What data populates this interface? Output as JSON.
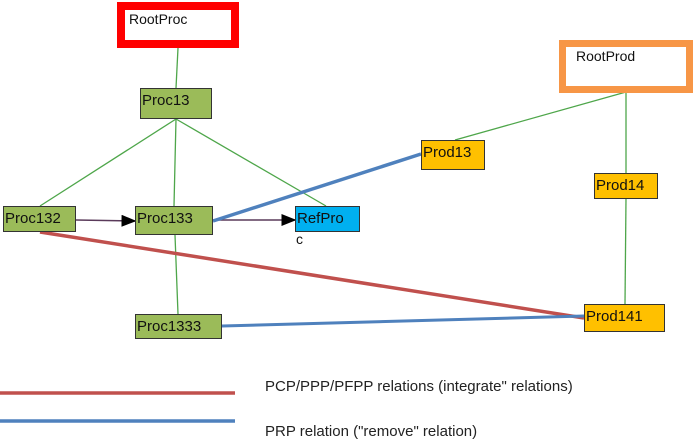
{
  "nodes": {
    "root_proc": "RootProc",
    "proc13": "Proc13",
    "proc132": "Proc132",
    "proc133": "Proc133",
    "refproc_a": "RefPro",
    "refproc_b": "c",
    "proc1333": "Proc1333",
    "root_prod": "RootProd",
    "prod13": "Prod13",
    "prod14": "Prod14",
    "prod141": "Prod141"
  },
  "legend": {
    "integrate": "PCP/PPP/PFPP relations (integrate\" relations)",
    "remove": "PRP relation (\"remove\" relation)"
  },
  "colors": {
    "proc": "#9bbb59",
    "prod": "#ffc000",
    "ref": "#00b0f0",
    "root_proc_border": "#ff0000",
    "root_prod_border": "#f79646",
    "hierarchy_edge": "#4ea64a",
    "integrate_edge": "#c0504d",
    "remove_edge": "#4f81bd"
  }
}
